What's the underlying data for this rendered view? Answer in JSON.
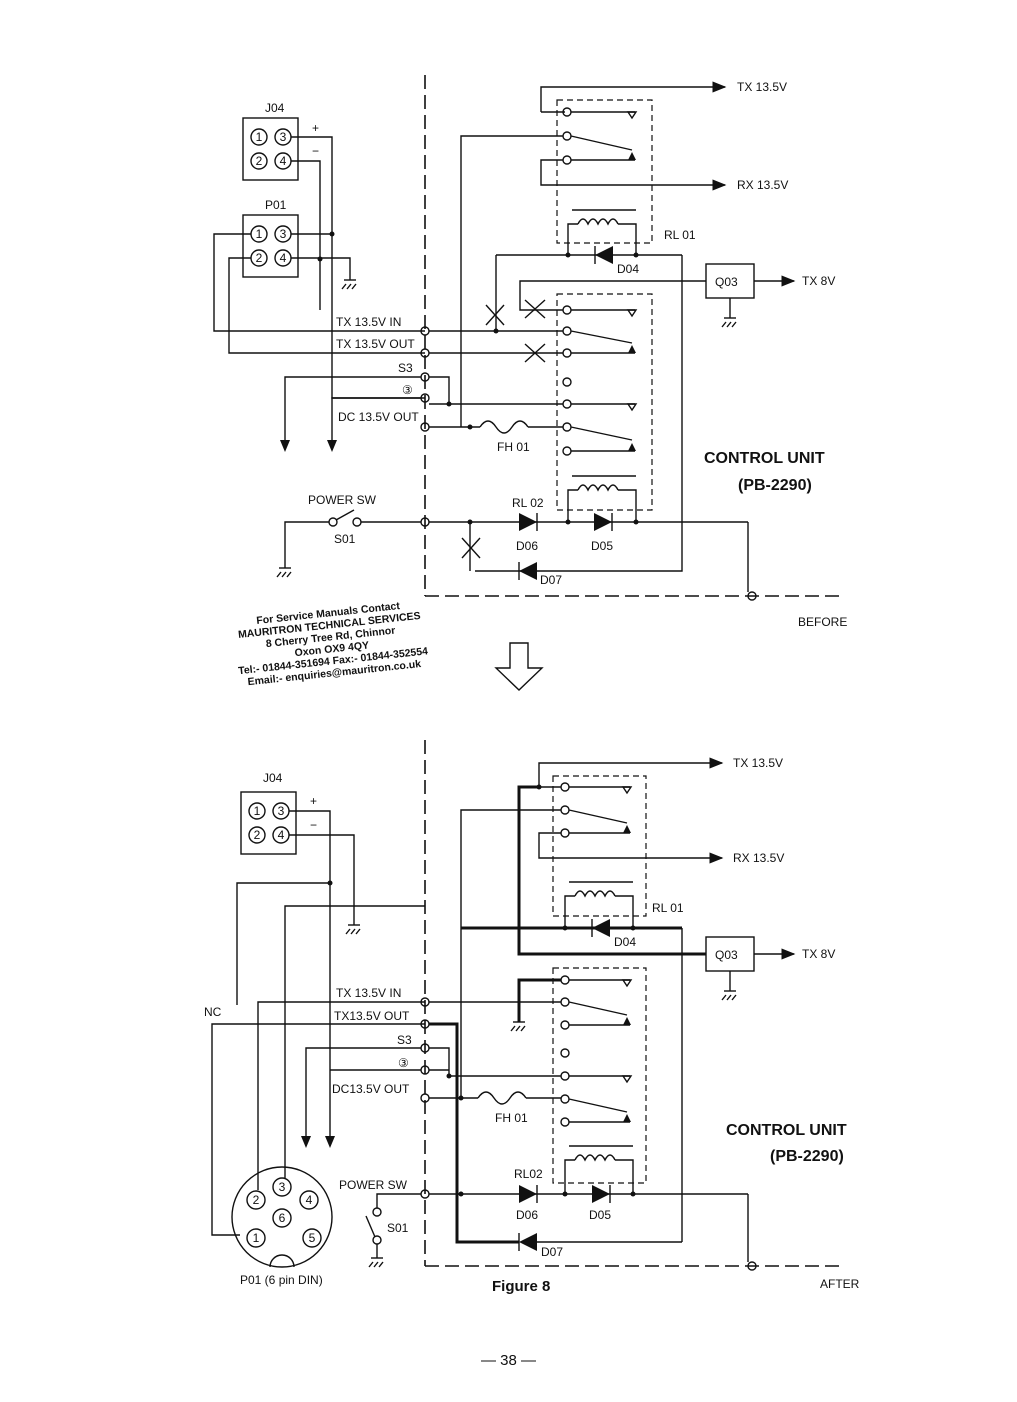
{
  "before": {
    "connector_j04": "J04",
    "connector_p01": "P01",
    "plus": "+",
    "minus": "−",
    "tx_13_5v": "TX 13.5V",
    "rx_13_5v": "RX 13.5V",
    "relay_rl01": "RL 01",
    "diode_d04": "D04",
    "q03": "Q03",
    "tx_8v": "TX 8V",
    "tx_in": "TX 13.5V IN",
    "tx_out": "TX 13.5V OUT",
    "s3": "S3",
    "s3_num": "③",
    "dc_out": "DC 13.5V OUT",
    "fuse": "FH 01",
    "control_unit": "CONTROL UNIT",
    "control_model": "(PB-2290)",
    "power_sw": "POWER SW",
    "switch_s01": "S01",
    "relay_rl02": "RL 02",
    "diode_d06": "D06",
    "diode_d05": "D05",
    "diode_d07": "D07",
    "state": "BEFORE"
  },
  "after": {
    "connector_j04": "J04",
    "plus": "+",
    "minus": "−",
    "tx_13_5v": "TX 13.5V",
    "rx_13_5v": "RX 13.5V",
    "relay_rl01": "RL 01",
    "diode_d04": "D04",
    "q03": "Q03",
    "tx_8v": "TX 8V",
    "nc": "NC",
    "tx_in": "TX 13.5V IN",
    "tx_out": "TX13.5V OUT",
    "s3": "S3",
    "s3_num": "③",
    "dc_out": "DC13.5V OUT",
    "fuse": "FH 01",
    "control_unit": "CONTROL UNIT",
    "control_model": "(PB-2290)",
    "power_sw": "POWER SW",
    "switch_s01": "S01",
    "relay_rl02": "RL02",
    "diode_d06": "D06",
    "diode_d05": "D05",
    "diode_d07": "D07",
    "din_label": "P01 (6 pin DIN)",
    "state": "AFTER"
  },
  "pins": {
    "p1": "1",
    "p2": "2",
    "p3": "3",
    "p4": "4",
    "p5": "5",
    "p6": "6"
  },
  "stamp": {
    "line1": "For Service Manuals Contact",
    "line2": "MAURITRON TECHNICAL SERVICES",
    "line3": "8 Cherry Tree Rd, Chinnor",
    "line4": "Oxon OX9 4QY",
    "line5": "Tel:- 01844-351694 Fax:- 01844-352554",
    "line6": "Email:- enquiries@mauritron.co.uk"
  },
  "figure_caption": "Figure 8",
  "page_number": "— 38 —"
}
